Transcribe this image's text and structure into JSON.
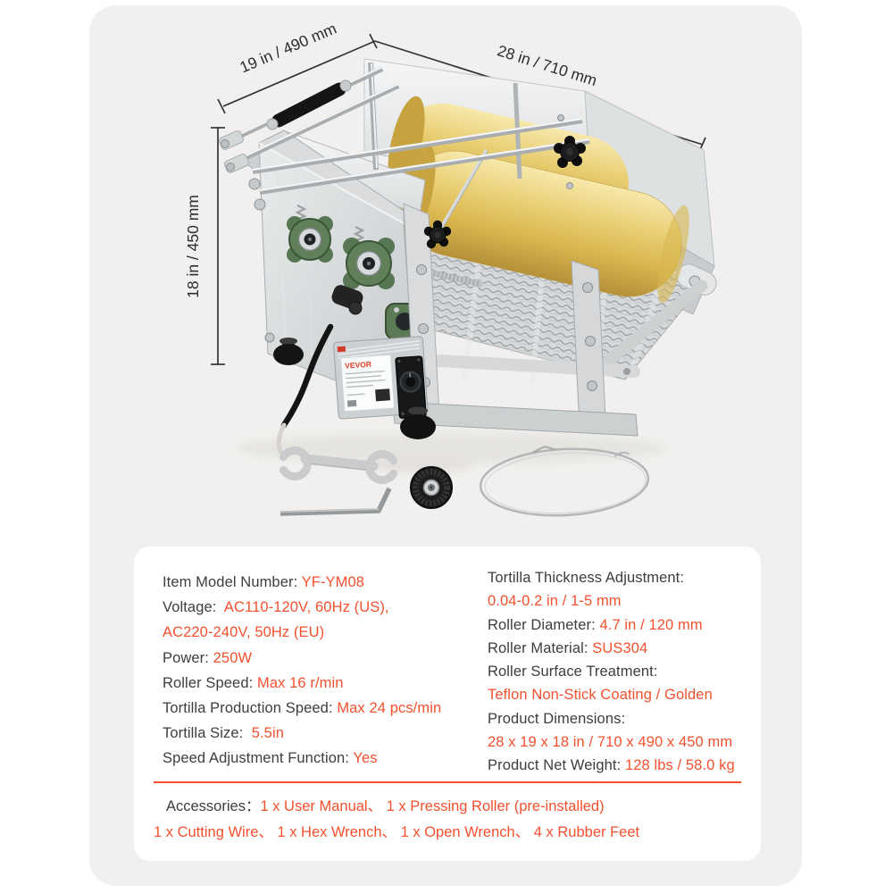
{
  "page": {
    "background": "#FFFFFF",
    "panel_bg": "#F1F0EE",
    "card_bg": "#FFFFFF",
    "accent": "#F4502E",
    "text_dark": "#3D3D3D",
    "roller_gold": "#E3C468",
    "bearing_green": "#5E7D58"
  },
  "dimensions": {
    "width_label": "19 in / 490 mm",
    "length_label": "28 in / 710 mm",
    "height_label": "18 in / 450 mm"
  },
  "machine": {
    "brand_label": "VEVOR"
  },
  "specs": {
    "left": [
      {
        "label": "Item Model Number: ",
        "value": "YF-YM08"
      },
      {
        "label": "Voltage:  ",
        "value": "AC110-120V, 60Hz (US),"
      },
      {
        "label": "",
        "value": "AC220-240V, 50Hz (EU)"
      },
      {
        "label": "Power: ",
        "value": "250W"
      },
      {
        "label": "Roller Speed: ",
        "value": "Max 16 r/min"
      },
      {
        "label": "Tortilla Production Speed: ",
        "value": "Max 24 pcs/min"
      },
      {
        "label": "Tortilla Size:  ",
        "value": "5.5in"
      },
      {
        "label": "Speed Adjustment Function: ",
        "value": "Yes"
      }
    ],
    "right": [
      {
        "label": "Tortilla Thickness Adjustment:",
        "value": ""
      },
      {
        "label": "",
        "value": "0.04-0.2 in / 1-5 mm"
      },
      {
        "label": "Roller Diameter: ",
        "value": "4.7 in / 120 mm"
      },
      {
        "label": "Roller Material: ",
        "value": "SUS304"
      },
      {
        "label": "Roller Surface Treatment:",
        "value": ""
      },
      {
        "label": "",
        "value": "Teflon Non-Stick Coating / Golden"
      },
      {
        "label": "Product Dimensions:",
        "value": ""
      },
      {
        "label": "",
        "value": "28 x 19 x 18 in / 710 x 490 x 450 mm"
      },
      {
        "label": "Product Net Weight: ",
        "value": "128 lbs / 58.0 kg"
      }
    ]
  },
  "accessories": {
    "label": "Accessories：",
    "line1": "1 x User Manual、 1 x Pressing Roller (pre-installed)",
    "line2": "1 x Cutting Wire、 1 x Hex Wrench、 1 x Open Wrench、 4 x Rubber Feet"
  }
}
